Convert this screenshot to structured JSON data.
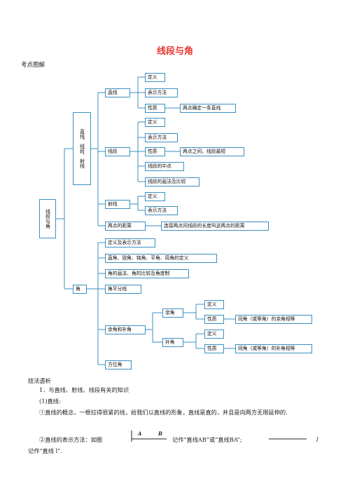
{
  "title": "线段与角",
  "section_diagram": "考点图解",
  "diagram": {
    "root": "线段与角",
    "branch_line_group": "直线、线段、射线",
    "line": {
      "label": "直线",
      "items": [
        "定义",
        "表示方法",
        "性质"
      ],
      "property": "两点确定一条直线"
    },
    "segment": {
      "label": "线段",
      "items": [
        "定义",
        "表示方法",
        "性质",
        "线段的中点",
        "线段的画法及比较"
      ],
      "property": "两点之间，线段最短"
    },
    "ray": {
      "label": "射线",
      "items": [
        "定义",
        "表示方法"
      ]
    },
    "distance": {
      "label": "两点的距离",
      "desc": "连接两点间线段的长度叫这两点的距离"
    },
    "angle": {
      "label": "角",
      "items": [
        "定义及表示方法",
        "直角、锐角、钝角、平角、周角的定义",
        "角的画法、角的比较及角度制",
        "角平分线"
      ],
      "comp_supp": "余角和补角",
      "complement": {
        "label": "余角",
        "items": [
          "定义",
          "性质"
        ],
        "property": "同角（或等角）的余角相等"
      },
      "supplement": {
        "label": "补角",
        "items": [
          "定义",
          "性质"
        ],
        "property": "同角（或等角）的补角相等"
      },
      "bearing": "方位角"
    }
  },
  "section_tips": "技法透析",
  "tips": {
    "point1": "1．与直线、射线、线段有关的知识",
    "sub1": "(1)直线:",
    "para1": "①直线的概念，一根拉得很紧的线，给我们以直线的形象，直线是直的，并且是向两方无限延伸的.",
    "para2_prefix": "②直线的表示方法：如图",
    "point_a": "A",
    "point_b": "B",
    "para2_mid": "记作“直线AB”或“直线BA”;",
    "line_l": "l",
    "para2_end": "记作“直线 l”."
  }
}
